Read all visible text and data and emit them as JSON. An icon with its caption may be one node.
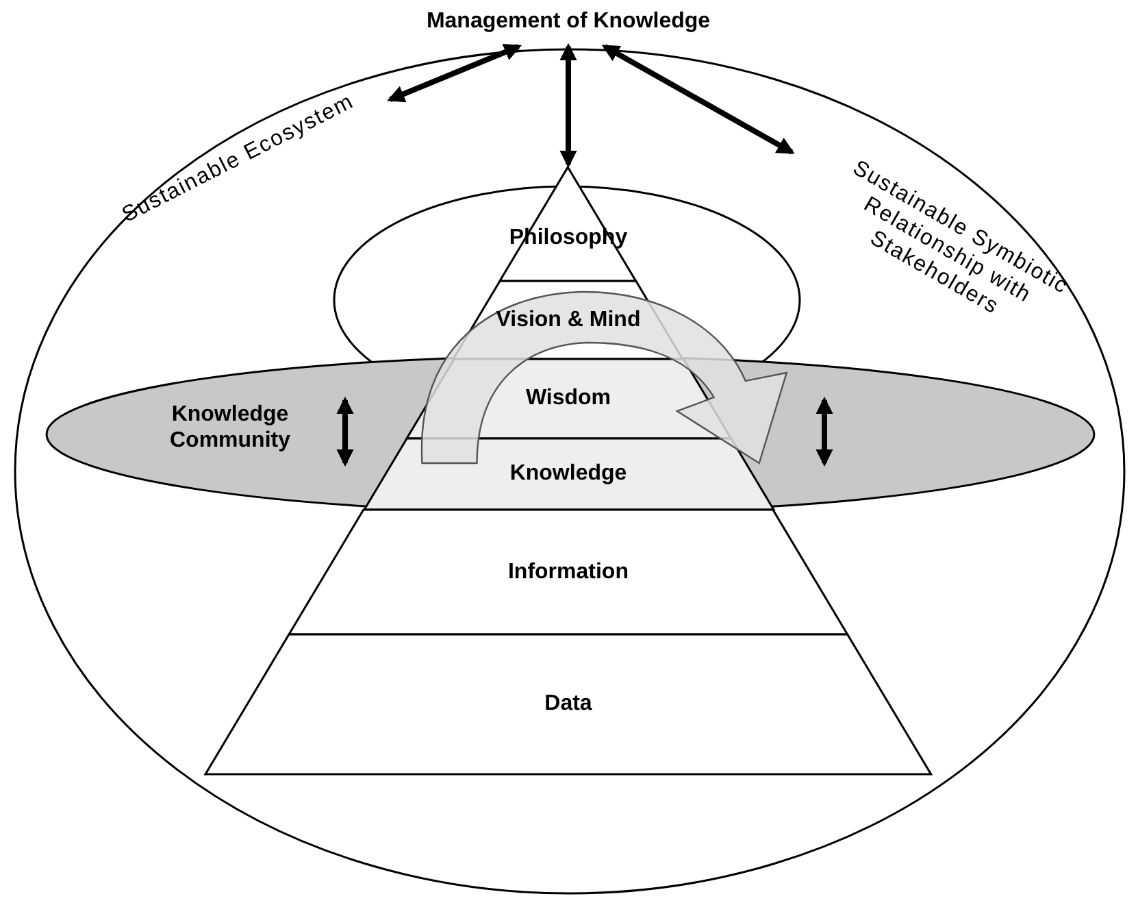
{
  "diagram": {
    "nodes": [
      {
        "text": [],
        "shape": "circle"
      },
      {
        "text": [
          "Management of Knowledge"
        ]
      },
      {
        "text": [
          "Sustainable Ecosystem"
        ],
        "in": 0
      },
      {
        "text": [
          "Sustainable Symbiotic Relationship with Stakeholders"
        ],
        "in": 0
      },
      {
        "text": [],
        "shape": "circle",
        "in": 0
      },
      {
        "text": [
          "Knowledge Community"
        ],
        "in": 0
      },
      {
        "text": [
          "Philosophy"
        ],
        "in": 0
      },
      {
        "text": [
          "Vision & Mind"
        ],
        "in": 4
      },
      {
        "text": [
          "Wisdom"
        ],
        "in": 5
      },
      {
        "text": [
          "Knowledge"
        ],
        "in": 5
      },
      {
        "text": [
          "Information"
        ],
        "in": 0
      },
      {
        "text": [
          "Data"
        ],
        "in": 0
      }
    ],
    "edges": [
      {
        "from": 1,
        "to": 2,
        "arrow": "both"
      },
      {
        "from": 1,
        "to": 6,
        "arrow": "both"
      },
      {
        "from": 1,
        "to": 3,
        "arrow": "both"
      },
      {
        "from": 7,
        "to": 8,
        "arrow": "to"
      }
    ]
  }
}
